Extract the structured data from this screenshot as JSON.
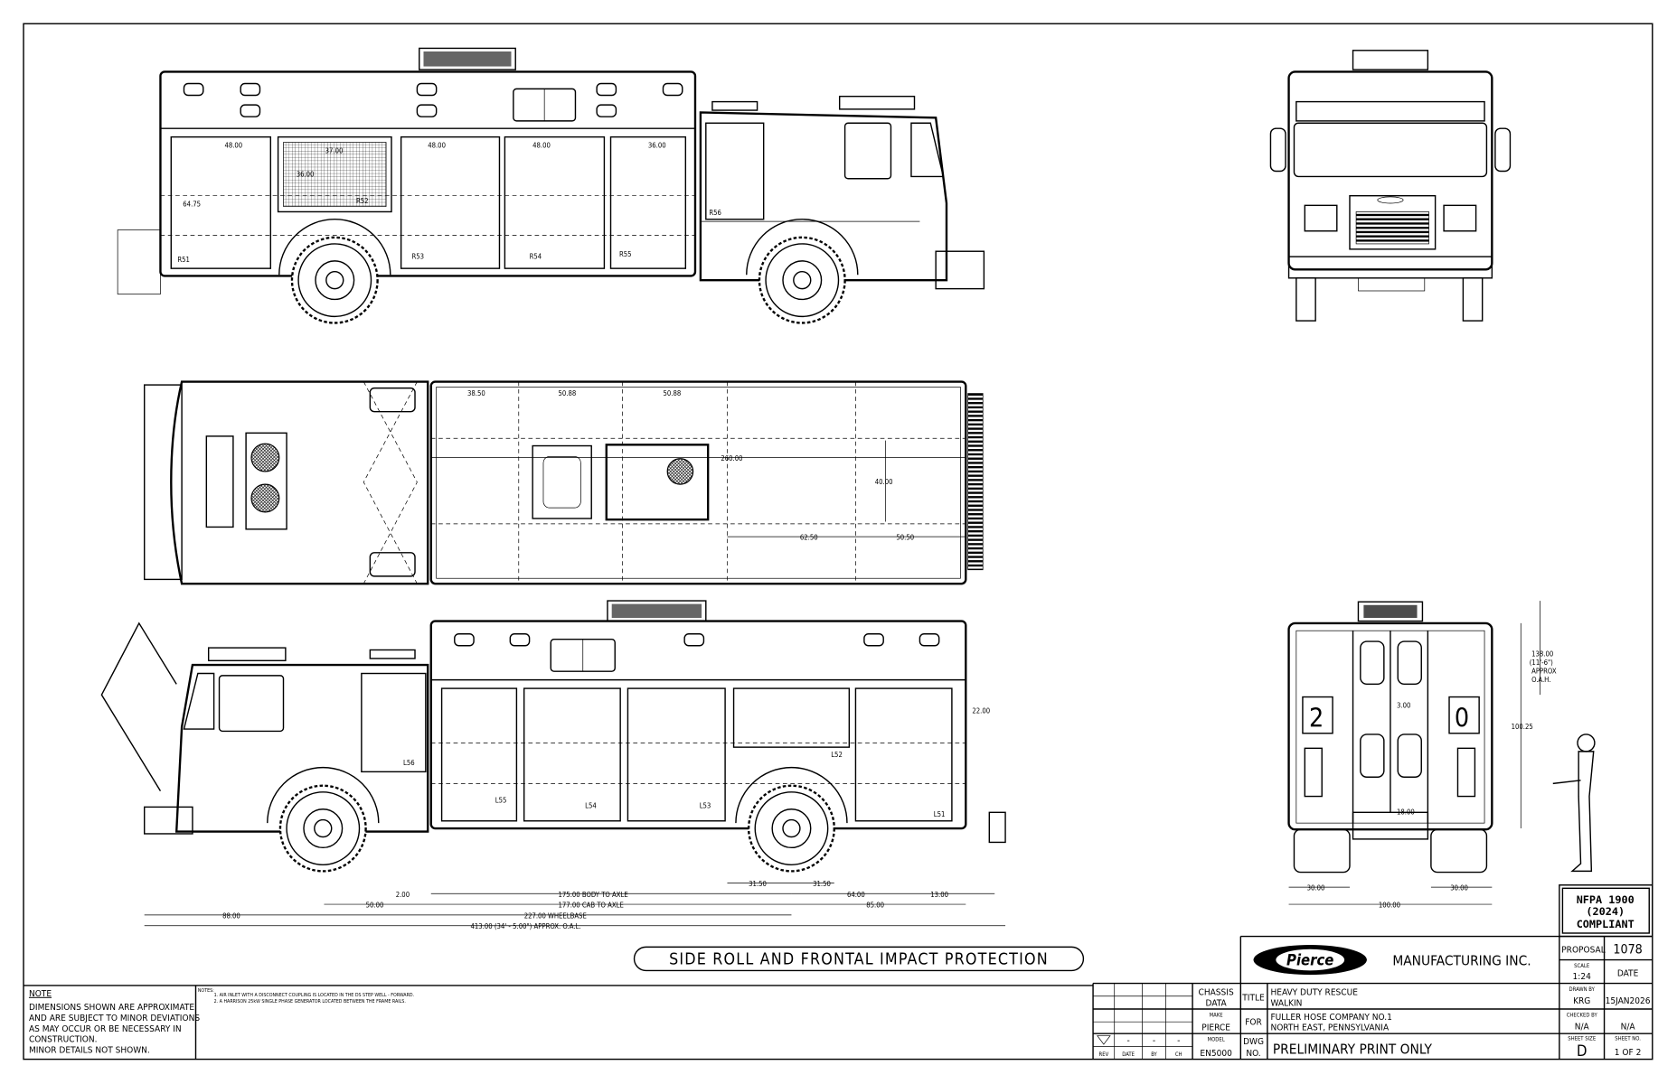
{
  "title_block": {
    "company": "MANUFACTURING INC.",
    "logo_text": "Pierce",
    "proposal_label": "PROPOSAL",
    "proposal_value": "1078",
    "scale_label": "SCALE",
    "scale_value": "1:24",
    "date_label": "DATE",
    "drawn_by_label": "DRAWN BY",
    "drawn_by_value": "KRG",
    "date_value": "15JAN2026",
    "checked_by_label": "CHECKED BY",
    "checked_by_value": "N/A",
    "checked_date_value": "N/A",
    "sheet_size_label": "SHEET SIZE",
    "sheet_size_value": "D",
    "sheet_no_label": "SHEET NO.",
    "sheet_no_value": "1 OF 2",
    "chassis_data_label": [
      "CHASSIS",
      "DATA"
    ],
    "make_label": "MAKE",
    "make_value": "PIERCE",
    "model_label": "MODEL",
    "model_value": "EN5000",
    "title_label": "TITLE",
    "title_lines": [
      "HEAVY DUTY RESCUE",
      "WALKIN"
    ],
    "for_label": "FOR",
    "for_lines": [
      "FULLER HOSE COMPANY NO.1",
      "NORTH EAST, PENNSYLVANIA"
    ],
    "dwg_label": [
      "DWG",
      "NO."
    ],
    "dwg_value": "PRELIMINARY PRINT ONLY",
    "rev_headers": [
      "REV",
      "DATE",
      "BY",
      "CH"
    ],
    "rev_values": [
      "-",
      "-",
      "-"
    ]
  },
  "nfpa_badge": [
    "NFPA 1900",
    "(2024)",
    "COMPLIANT"
  ],
  "caption": "SIDE ROLL AND FRONTAL IMPACT PROTECTION",
  "note_box": {
    "heading": "NOTE",
    "lines": [
      "DIMENSIONS SHOWN ARE APPROXIMATE",
      "AND ARE SUBJECT TO MINOR DEVIATIONS",
      "AS MAY OCCUR OR BE NECESSARY IN",
      "CONSTRUCTION.",
      "MINOR DETAILS NOT SHOWN."
    ]
  },
  "notes": {
    "heading": "NOTES:",
    "items": [
      "1. AIR INLET WITH A DISCONNECT COUPLING IS LOCATED IN THE DS STEP WELL - FORWARD.",
      "2. A HARRISON 25kW SINGLE PHASE GENERATOR LOCATED BETWEEN THE FRAME RAILS."
    ]
  },
  "right_side_view": {
    "dims": [
      "48.00",
      "37.00",
      "36.00",
      "64.75",
      "48.00",
      "48.00",
      "36.00"
    ],
    "compartments": [
      "R51",
      "R52",
      "R53",
      "R54",
      "R55",
      "R56"
    ]
  },
  "top_view": {
    "dims": [
      "38.50",
      "50.88",
      "50.88",
      "260.00",
      "40.00",
      "62.50",
      "50.50"
    ]
  },
  "left_side_view": {
    "dims": [
      "22.00"
    ],
    "compartments": [
      "L51",
      "L52",
      "L53",
      "L54",
      "L55",
      "L56"
    ],
    "overall_dims": {
      "body_to_axle": "175.00 BODY TO AXLE",
      "cab_to_axle": "177.00 CAB TO AXLE",
      "wheelbase": "227.00 WHEELBASE",
      "oal": "413.00 (34' - 5.00\") APPROX. O.A.L.",
      "front_overhang": "88.00",
      "cab_gap": "2.00",
      "axle_to_cab": "50.00",
      "tandem_front": "31.50",
      "tandem_rear": "31.50",
      "rear_a": "64.00",
      "rear_b": "85.00",
      "step": "13.00"
    }
  },
  "rear_view": {
    "width": "100.00",
    "track_left": "30.00",
    "track_right": "30.00",
    "height": "100.25",
    "oah": [
      "138.00",
      "(11'-6\")",
      "APPROX",
      "O.A.H."
    ],
    "gap": "3.00",
    "step": "18.00",
    "unit_numbers": [
      "2",
      "0"
    ]
  }
}
